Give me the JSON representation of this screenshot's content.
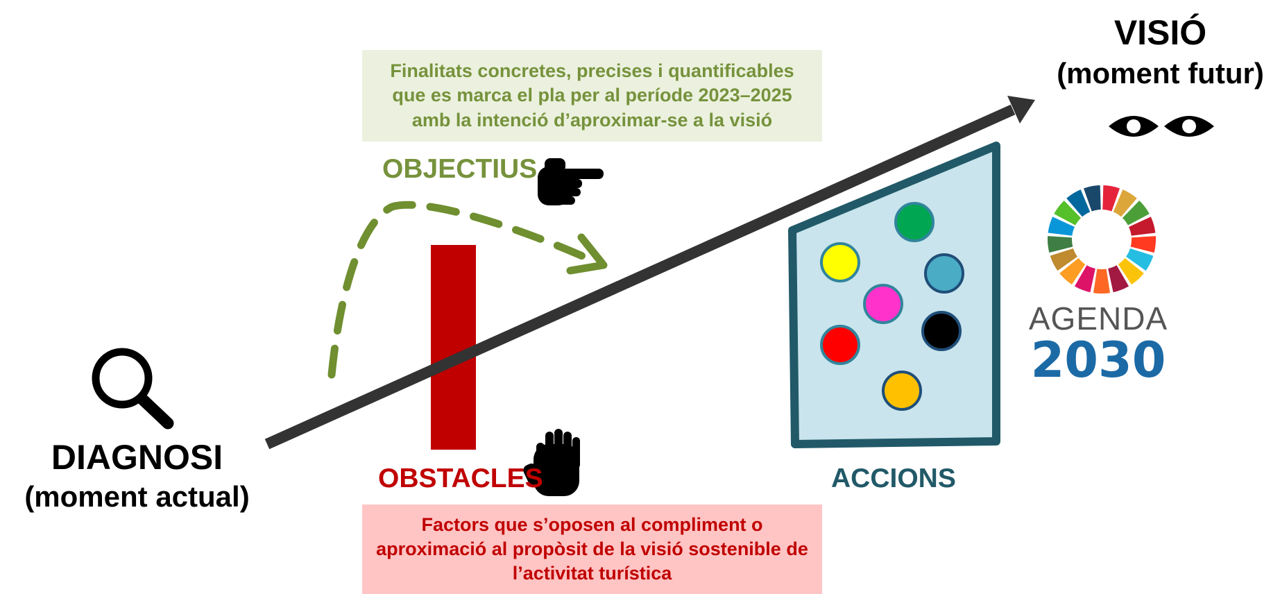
{
  "diagram": {
    "start": {
      "title": "DIAGNOSI",
      "subtitle": "(moment actual)"
    },
    "end": {
      "title": "VISIÓ",
      "subtitle": "(moment futur)"
    },
    "objectius": {
      "label": "OBJECTIUS",
      "description": "Finalitats concretes, precises i quantificables que es marca el pla per al període 2023–2025 amb la intenció d’aproximar-se a la visió"
    },
    "obstacles": {
      "label": "OBSTACLES",
      "description": "Factors que s’oposen al compliment o aproximació al propòsit de la visió sostenible de l’activitat turística"
    },
    "accions": {
      "label": "ACCIONS"
    },
    "agenda": {
      "word": "AGENDA",
      "year": "2030"
    }
  },
  "icons": [
    "magnifier-icon",
    "pointing-hand-icon",
    "stop-hand-icon",
    "eye-icon",
    "sdg-wheel-icon"
  ],
  "colors": {
    "objectius_text": "#76923c",
    "objectius_bg": "#ebf1de",
    "obstacles_text": "#c00000",
    "obstacles_bg": "#ffc4c4",
    "obstacle_bar": "#c00000",
    "accions_text": "#215968",
    "accions_panel_fill": "#c9e4ec",
    "accions_panel_stroke": "#215968",
    "arrow": "#333333",
    "dash_arrow": "#6f8f30",
    "action_dots": [
      "#00a651",
      "#ffff00",
      "#4bacc6",
      "#ff33cc",
      "#000000",
      "#ff0000",
      "#ffc000"
    ],
    "sdg_wheel": [
      "#e5243b",
      "#dda63a",
      "#4c9f38",
      "#c5192d",
      "#ff3a21",
      "#26bde2",
      "#fcc30b",
      "#a21942",
      "#fd6925",
      "#dd1367",
      "#fd9d24",
      "#bf8b2e",
      "#3f7e44",
      "#0a97d9",
      "#56c02b",
      "#00689d",
      "#19486a"
    ]
  }
}
